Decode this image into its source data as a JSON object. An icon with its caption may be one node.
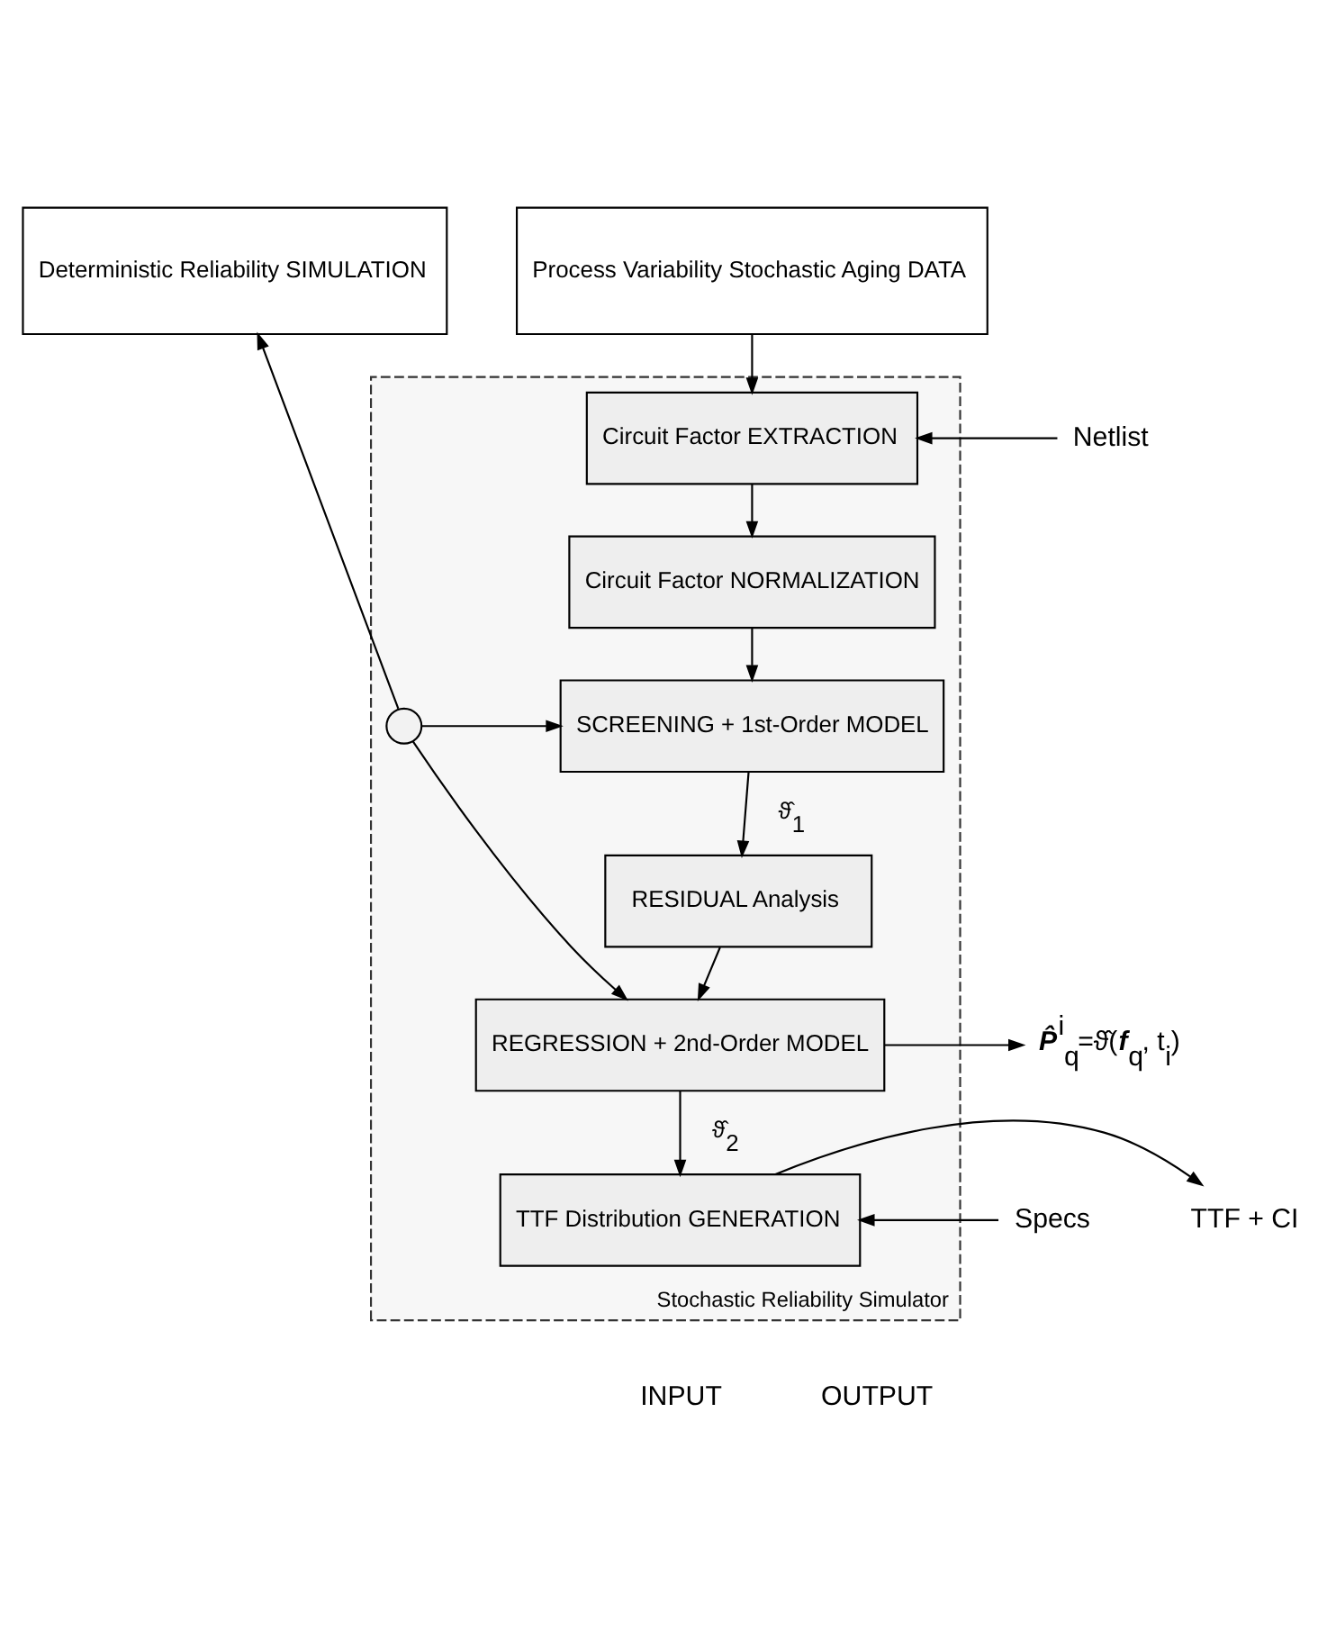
{
  "diagram": {
    "nodes": [
      {
        "text": [
          "Deterministic Reliability SIMULATION"
        ]
      },
      {
        "text": [
          "Process Variability Stochastic Aging DATA"
        ]
      },
      {
        "text": [
          "Stochastic Reliability Simulator"
        ]
      },
      {
        "text": [
          "Circuit Factor EXTRACTION"
        ],
        "in": 2
      },
      {
        "text": [
          "Circuit Factor NORMALIZATION"
        ],
        "in": 2
      },
      {
        "text": [
          "SCREENING + 1st-Order MODEL"
        ],
        "in": 2
      },
      {
        "text": [
          "RESIDUAL Analysis"
        ],
        "in": 2
      },
      {
        "text": [
          "REGRESSION + 2nd-Order MODEL"
        ],
        "in": 2
      },
      {
        "text": [
          "TTF Distribution GENERATION"
        ],
        "in": 2
      },
      {
        "text": [],
        "shape": "circle",
        "in": 2
      },
      {
        "text": [
          "Netlist"
        ]
      },
      {
        "text": [
          "Specs"
        ]
      },
      {
        "text": [
          "**P̂**$^{i}$$_{q}$=ϑ̂(**f**$_{q}$, t$_{i}$)"
        ]
      },
      {
        "text": [
          "TTF + CI"
        ]
      }
    ],
    "edges": [
      {
        "from": 1,
        "to": 3,
        "arrow": "to"
      },
      {
        "from": 10,
        "to": 3,
        "arrow": "to"
      },
      {
        "from": 3,
        "to": 4,
        "arrow": "to"
      },
      {
        "from": 4,
        "to": 5,
        "arrow": "to"
      },
      {
        "from": 5,
        "to": 6,
        "arrow": "to",
        "label": "ϑ̂$_{1}$"
      },
      {
        "from": 6,
        "to": 7,
        "arrow": "to"
      },
      {
        "from": 7,
        "to": 8,
        "arrow": "to",
        "label": "ϑ̂$_{2}$"
      },
      {
        "from": 11,
        "to": 8,
        "arrow": "to"
      },
      {
        "from": 7,
        "to": 12,
        "arrow": "to"
      },
      {
        "from": 8,
        "to": 13,
        "arrow": "to"
      },
      {
        "from": 9,
        "to": 0,
        "arrow": "to"
      },
      {
        "from": 9,
        "to": 5,
        "arrow": "to"
      },
      {
        "from": 9,
        "to": 7,
        "arrow": "to"
      }
    ],
    "labels": [
      "INPUT",
      "OUTPUT"
    ]
  }
}
